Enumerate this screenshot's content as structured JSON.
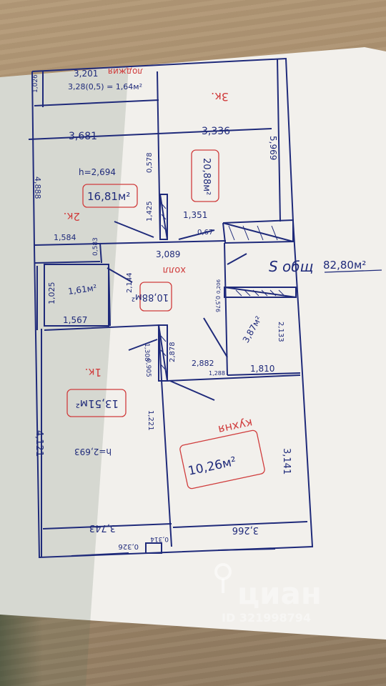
{
  "balcony": {
    "label": "лоджия",
    "width": "3,201",
    "calc": "3,28(0,5) = 1,64м²",
    "side": "1,026"
  },
  "room3": {
    "label": "3к.",
    "width": "3,336",
    "length": "5,969",
    "area": "20,88м²"
  },
  "room2": {
    "label": "2к.",
    "width": "3,681",
    "height_note": "h=2,694",
    "area": "16,81м²",
    "dim_left": "4,888",
    "dim_inner": "0,578",
    "dim_b": "1,425",
    "dim_c": "1,584",
    "dim_d": "0,583",
    "door": "1,351",
    "notch": "0,67"
  },
  "hall": {
    "label": "холл",
    "width": "3,089",
    "area": "10,88м²",
    "dim_a": "2,144",
    "dim_b": "1,308",
    "dim_c": "2,878",
    "dim_d": "2,882",
    "dim_e": "1,288",
    "dim_f": "0,206",
    "dim_g": "0,576"
  },
  "bath": {
    "area": "1,61м²",
    "width": "1,567",
    "height": "1,025"
  },
  "wc": {
    "area": "3,87м²",
    "height": "2,133",
    "width": "1,810"
  },
  "room1": {
    "label": "1к.",
    "area": "13,51м²",
    "height_note": "h=2,693",
    "length": "4,121",
    "width": "3,743",
    "dim_a": "1,221",
    "dim_b": "0,905",
    "dim_c": "0,326",
    "dim_d": "0,314"
  },
  "kitchen": {
    "label": "кухня",
    "area": "10,26м²",
    "length": "3,141",
    "width": "3,266"
  },
  "total": {
    "label": "S общ",
    "value": "82,80м²"
  },
  "watermark": {
    "brand": "циан",
    "id": "ID 321998794"
  },
  "colors": {
    "ink": "#1f2a7a",
    "red": "#d03c3c",
    "paper": "#f3f1ee"
  }
}
